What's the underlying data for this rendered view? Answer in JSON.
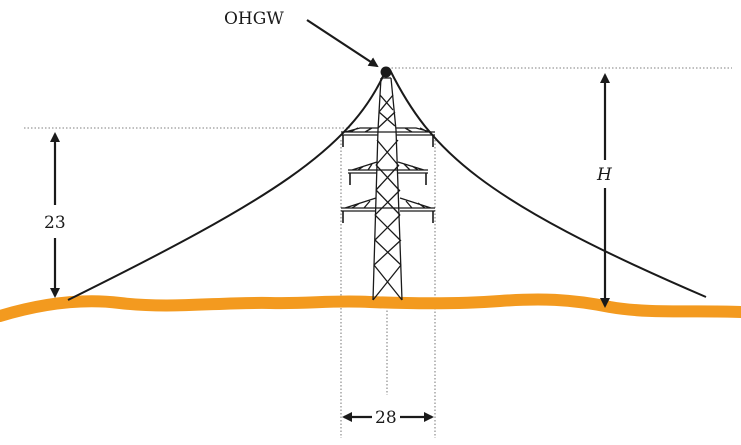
{
  "diagram": {
    "labels": {
      "ohgw": "OHGW",
      "height_left": "23",
      "height_right": "H",
      "base_width": "28"
    },
    "colors": {
      "ground": "#f39a1f",
      "ink": "#1a1a1a",
      "guide": "#555555"
    }
  }
}
